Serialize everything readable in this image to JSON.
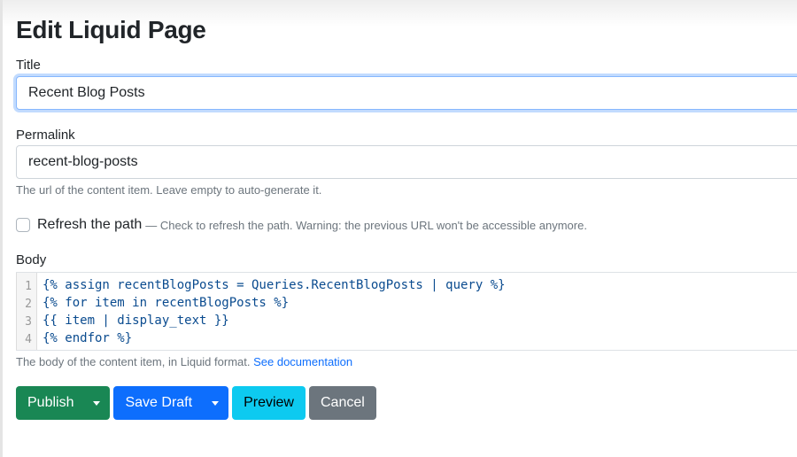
{
  "page": {
    "title": "Edit Liquid Page"
  },
  "fields": {
    "title": {
      "label": "Title",
      "value": "Recent Blog Posts"
    },
    "permalink": {
      "label": "Permalink",
      "value": "recent-blog-posts",
      "hint": "The url of the content item. Leave empty to auto-generate it."
    },
    "refresh_path": {
      "label": "Refresh the path",
      "hint": "— Check to refresh the path. Warning: the previous URL won't be accessible anymore.",
      "checked": false
    },
    "body": {
      "label": "Body",
      "lines": [
        {
          "num": "1",
          "code": "{% assign recentBlogPosts = Queries.RecentBlogPosts | query %}"
        },
        {
          "num": "2",
          "code": "{% for item in recentBlogPosts %}"
        },
        {
          "num": "3",
          "code": "{{ item | display_text }}"
        },
        {
          "num": "4",
          "code": "{% endfor %}"
        }
      ],
      "hint": "The body of the content item, in Liquid format.",
      "hint_link": "See documentation"
    }
  },
  "actions": {
    "publish": "Publish",
    "save_draft": "Save Draft",
    "preview": "Preview",
    "cancel": "Cancel"
  },
  "colors": {
    "publish": "#198754",
    "save_draft": "#0d6efd",
    "preview": "#0dcaf0",
    "cancel": "#6c757d",
    "link": "#0d6efd",
    "focus_ring": "#86b7fe"
  }
}
